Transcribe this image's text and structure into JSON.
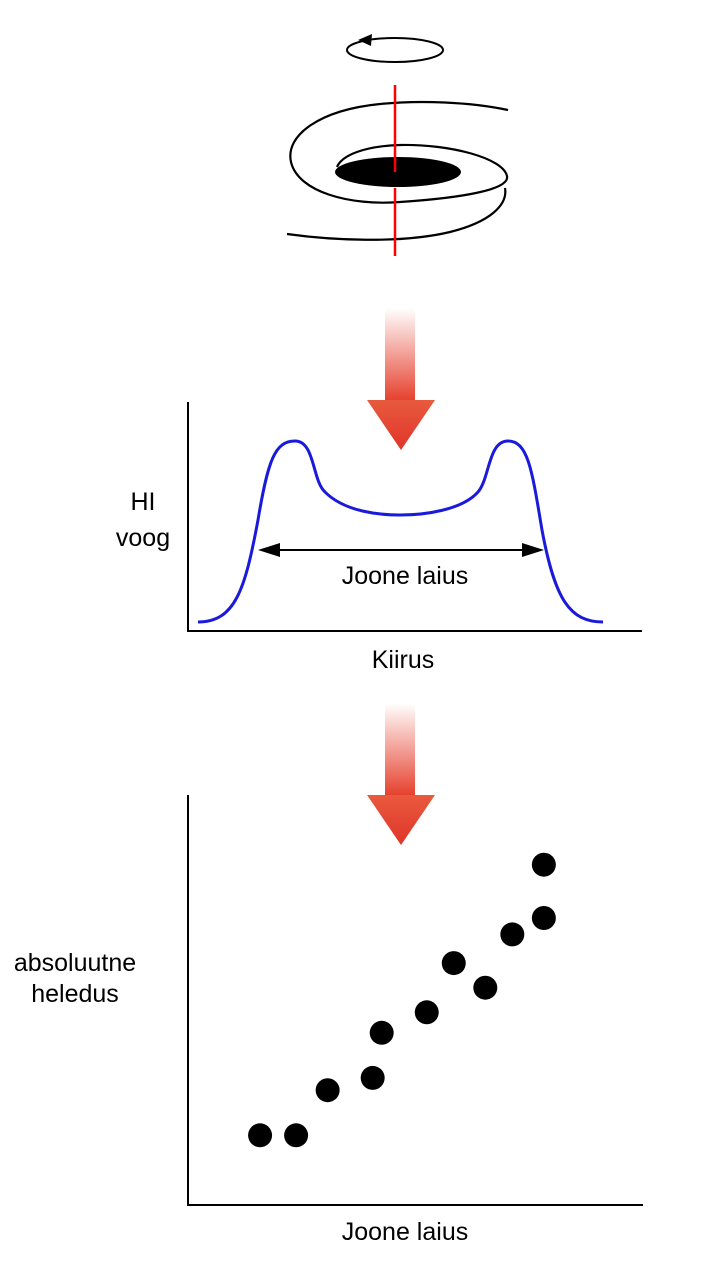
{
  "colors": {
    "axis_line": "#ff0000",
    "profile": "#1a1adb",
    "arrow": "#e53d2a",
    "ink": "#000000"
  },
  "galaxy": {
    "icons": [
      "rotation-arrow-icon",
      "spiral-galaxy-icon"
    ]
  },
  "chart_data": [
    {
      "type": "line",
      "title": "",
      "xlabel": "Kiirus",
      "ylabel_lines": [
        "HI",
        "voog"
      ],
      "annotation": "Joone laius",
      "x": [
        0,
        1,
        2,
        3,
        4,
        5,
        6,
        7,
        8,
        9,
        10
      ],
      "y": [
        0.05,
        0.3,
        1.0,
        0.9,
        0.6,
        0.55,
        0.6,
        0.9,
        1.0,
        0.3,
        0.05
      ],
      "grid": false,
      "ticks": false
    },
    {
      "type": "scatter",
      "title": "",
      "xlabel": "Joone laius",
      "ylabel_lines": [
        "absoluutne",
        "heledus"
      ],
      "xlim": [
        0,
        10
      ],
      "ylim": [
        0,
        10
      ],
      "grid": false,
      "ticks": false,
      "points": [
        {
          "x": 1.6,
          "y": 1.7
        },
        {
          "x": 2.4,
          "y": 1.7
        },
        {
          "x": 3.1,
          "y": 2.8
        },
        {
          "x": 4.1,
          "y": 3.1
        },
        {
          "x": 4.3,
          "y": 4.2
        },
        {
          "x": 5.3,
          "y": 4.7
        },
        {
          "x": 5.9,
          "y": 5.9
        },
        {
          "x": 6.6,
          "y": 5.3
        },
        {
          "x": 7.2,
          "y": 6.6
        },
        {
          "x": 7.9,
          "y": 8.3
        },
        {
          "x": 7.9,
          "y": 7.0
        }
      ]
    }
  ]
}
